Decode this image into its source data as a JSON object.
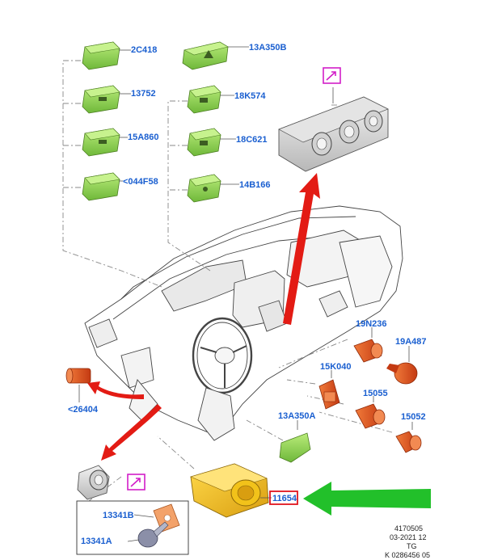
{
  "labels": {
    "p2c418": "2C418",
    "p13a350b": "13A350B",
    "p13752": "13752",
    "p18k574": "18K574",
    "p15a860": "15A860",
    "p18c621": "18C621",
    "p044f58": "<044F58",
    "p14b166": "14B166",
    "p19n236": "19N236",
    "p19a487": "19A487",
    "p15k040": "15K040",
    "p15055": "15055",
    "p15052": "15052",
    "p26404": "<26404",
    "p13a350a": "13A350A",
    "p11654": "11654",
    "p13341b": "13341B",
    "p13341a": "13341A"
  },
  "footer": {
    "line1": "4170505",
    "line2": "03-2021 12",
    "line3": "TG",
    "line4": "K 0286456 05"
  },
  "colors": {
    "label": "#1a5fd0",
    "switch_green": "#8fd14f",
    "red_part": "#e0501e",
    "yellow_part": "#f2c21a",
    "arrow_red": "#e31b14",
    "arrow_green": "#22c02a",
    "magenta_box": "#d21ec8",
    "highlight_box": "#e0141e"
  }
}
